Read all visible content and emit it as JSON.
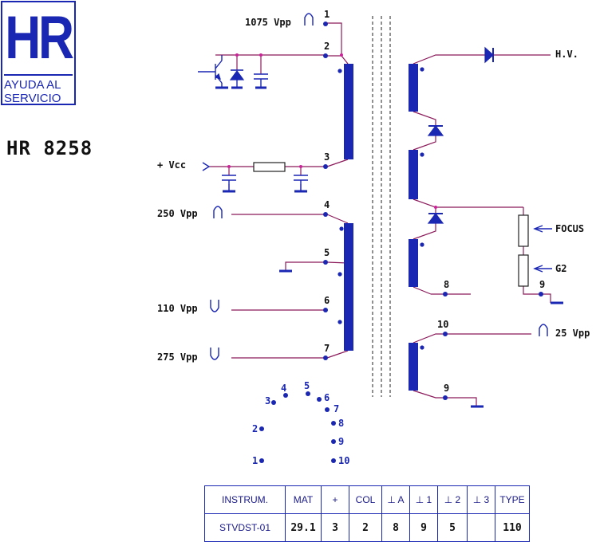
{
  "logo": {
    "mark": "HR",
    "line1": "AYUDA AL",
    "line2": "SERVICIO"
  },
  "model": "HR 8258",
  "pins_primary": {
    "p1": {
      "num": "1",
      "label": "1075 Vpp"
    },
    "p2": {
      "num": "2"
    },
    "p3": {
      "num": "3",
      "label": "+ Vcc"
    },
    "p4": {
      "num": "4",
      "label": "250 Vpp"
    },
    "p5": {
      "num": "5"
    },
    "p6": {
      "num": "6",
      "label": "110 Vpp"
    },
    "p7": {
      "num": "7",
      "label": "275 Vpp"
    }
  },
  "pins_secondary": {
    "hv": "H.V.",
    "focus": "FOCUS",
    "g2": "G2",
    "p8": "8",
    "p9a": "9",
    "p10": "10",
    "p10_label": "25 Vpp",
    "p9b": "9"
  },
  "footprint": [
    "1",
    "2",
    "3",
    "4",
    "5",
    "6",
    "7",
    "8",
    "9",
    "10"
  ],
  "colors": {
    "component": "#1a27b3",
    "wire": "#8b1a5a",
    "node": "#cc2299"
  },
  "table": {
    "headers": [
      "INSTRUM.",
      "MAT",
      "+",
      "COL",
      "⊥ A",
      "⊥ 1",
      "⊥ 2",
      "⊥ 3",
      "TYPE"
    ],
    "row": [
      "STVDST-01",
      "29.1",
      "3",
      "2",
      "8",
      "9",
      "5",
      "",
      "110"
    ]
  }
}
